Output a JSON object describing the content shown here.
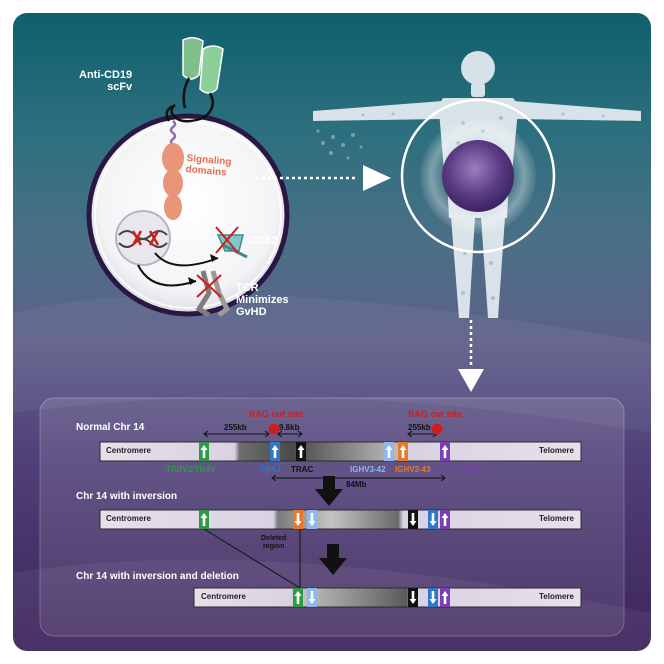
{
  "cell": {
    "receptor_label": "Anti-CD19\nscFv",
    "signaling_label": "Signaling\ndomains",
    "cd52_label": "CD52",
    "tcr_label": "TCR\nMinimizes\nGvHD"
  },
  "panel": {
    "rows": [
      {
        "title": "Normal Chr 14",
        "left_end": "Centromere",
        "right_end": "Telomere"
      },
      {
        "title": "Chr 14 with inversion",
        "left_end": "Centromere",
        "right_end": "Telomere"
      },
      {
        "title": "Chr 14 with inversion and deletion",
        "left_end": "Centromere",
        "right_end": "Telomere"
      }
    ],
    "rag_cut_label": "RAG cut site",
    "dist_255_left": "255kb",
    "dist_98": "9.8kb",
    "dist_255_right": "255kb",
    "dist_84": "84Mb",
    "deleted_region": "Deleted\nregion",
    "genes": {
      "green": "TRDV2/TRAV",
      "blue": "TRAJ",
      "black": "TRAC",
      "lightblue": "IGHV3-42",
      "orange": "IGHV3-43",
      "purple": "IGHV 3-69-1"
    }
  },
  "colors": {
    "green": "#2e9a48",
    "blue": "#2f78c4",
    "black": "#111111",
    "lightblue": "#8fb8e6",
    "orange": "#e8792a",
    "purple": "#7a3fb0",
    "red": "#cc1f1f",
    "signaling": "#e8957a",
    "scfv": "#7fbf8e"
  }
}
